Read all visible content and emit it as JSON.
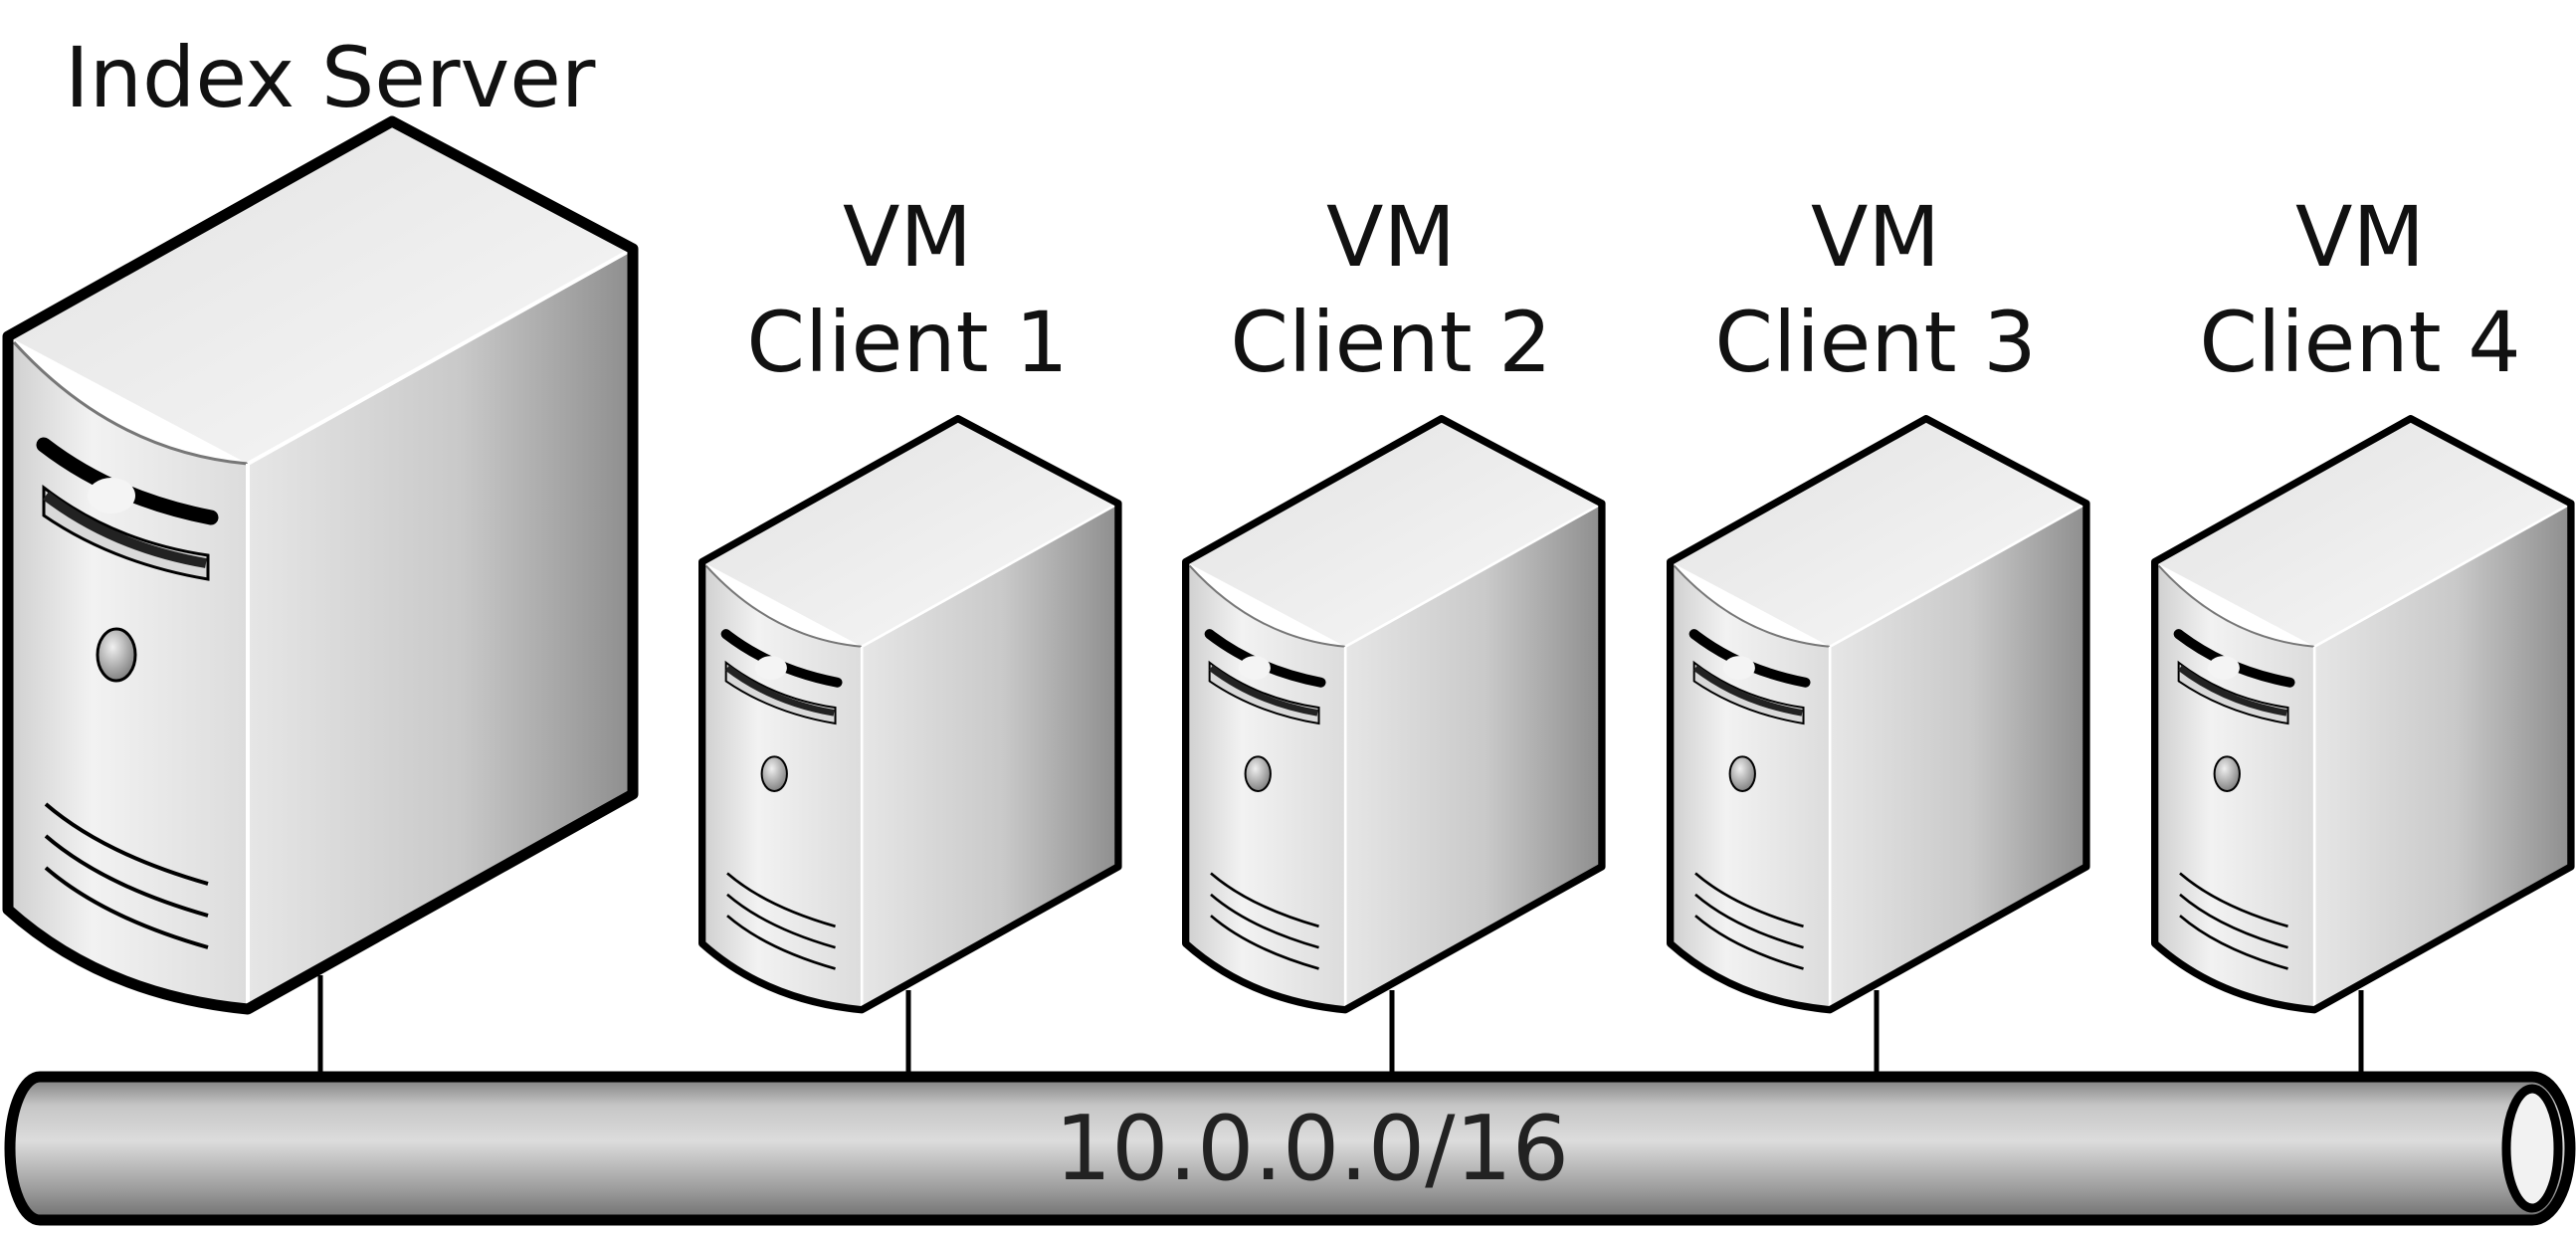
{
  "index_server": {
    "label": "Index Server"
  },
  "clients": [
    {
      "line1": "VM",
      "line2": "Client 1"
    },
    {
      "line1": "VM",
      "line2": "Client 2"
    },
    {
      "line1": "VM",
      "line2": "Client 3"
    },
    {
      "line1": "VM",
      "line2": "Client 4"
    }
  ],
  "network": {
    "label": "10.0.0.0/16"
  },
  "colors": {
    "outline": "#000000",
    "case_light": "#f4f4f4",
    "case_dark": "#9a9a9a",
    "pipe": "#a8a8a8"
  }
}
